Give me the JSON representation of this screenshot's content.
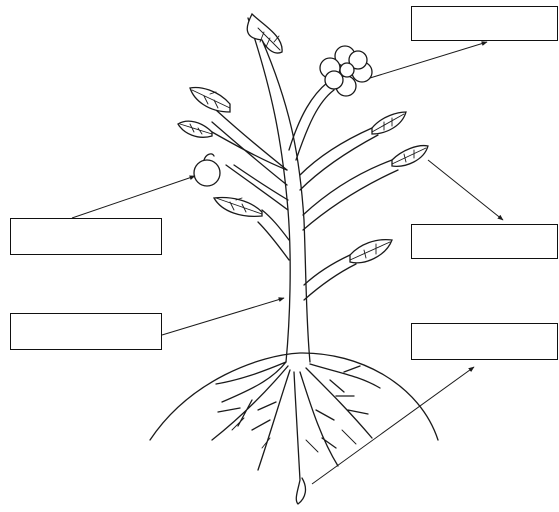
{
  "diagram": {
    "parts": [
      "flower",
      "fruit",
      "leaf",
      "stem",
      "root",
      "soil"
    ],
    "labels": {
      "top_right": "",
      "mid_right": "",
      "bottom_right": "",
      "left_upper": "",
      "left_lower": ""
    },
    "pointer_targets": {
      "top_right": "flower",
      "mid_right": "leaf",
      "bottom_right": "root",
      "left_upper": "fruit",
      "left_lower": "stem"
    },
    "colors": {
      "ink": "#1a1a1a",
      "background": "#ffffff"
    }
  }
}
